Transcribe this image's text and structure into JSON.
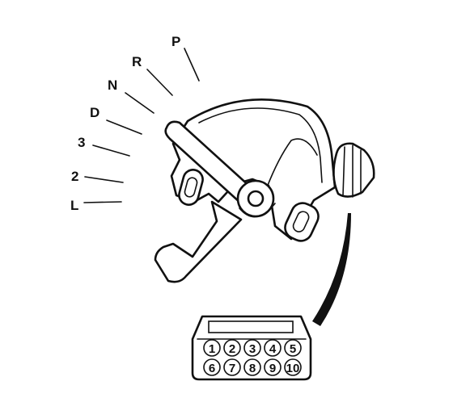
{
  "gear_positions": [
    "P",
    "R",
    "N",
    "D",
    "3",
    "2",
    "L"
  ],
  "connector_pins": [
    "1",
    "2",
    "3",
    "4",
    "5",
    "6",
    "7",
    "8",
    "9",
    "10"
  ]
}
